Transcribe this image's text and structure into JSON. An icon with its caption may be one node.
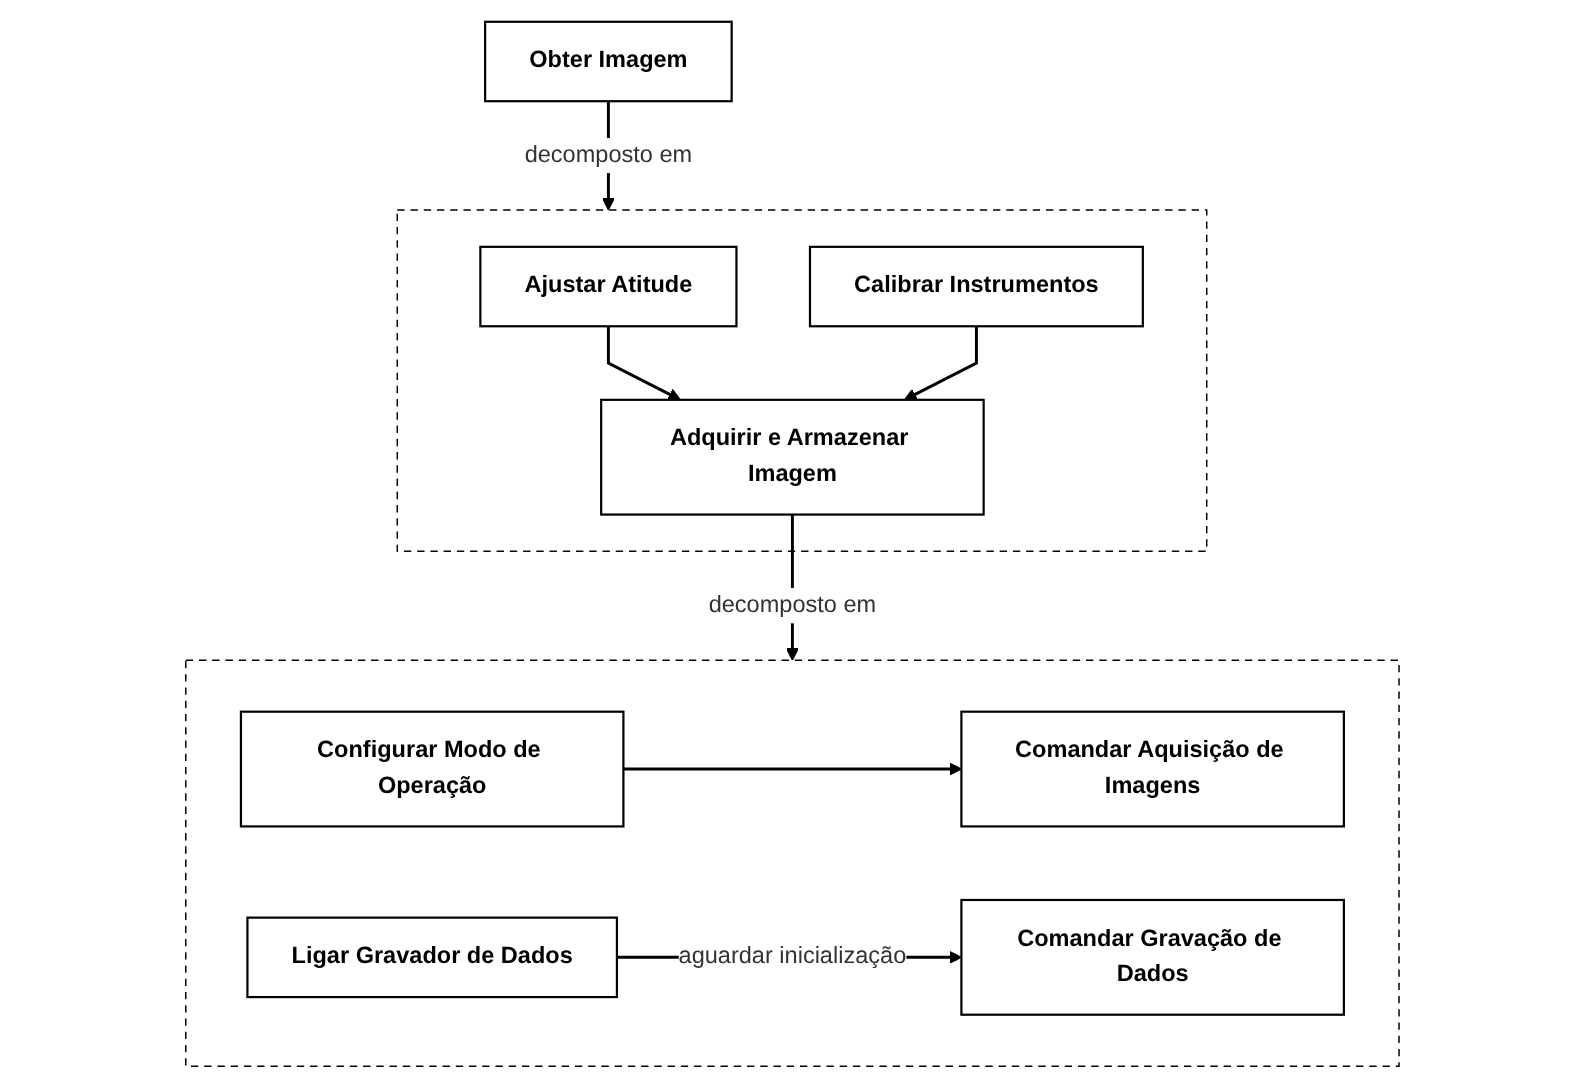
{
  "diagram": {
    "nodes": [
      {
        "text": [
          "Obter Imagem"
        ]
      },
      {
        "text": [],
        "shape": "box"
      },
      {
        "text": [
          "Ajustar Atitude"
        ],
        "in": 1
      },
      {
        "text": [
          "Calibrar Instrumentos"
        ],
        "in": 1
      },
      {
        "text": [
          "Adquirir e Armazenar Imagem"
        ],
        "in": 1
      },
      {
        "text": [],
        "shape": "box"
      },
      {
        "text": [
          "Configurar Modo de Operação"
        ],
        "in": 5
      },
      {
        "text": [
          "Comandar Aquisição de Imagens"
        ],
        "in": 5
      },
      {
        "text": [
          "Ligar Gravador de Dados"
        ],
        "in": 5
      },
      {
        "text": [
          "Comandar Gravação de Dados"
        ],
        "in": 5
      }
    ],
    "edges": [
      {
        "from": 0,
        "to": 1,
        "arrow": "to",
        "label": "decomposto em"
      },
      {
        "from": 2,
        "to": 4,
        "arrow": "to"
      },
      {
        "from": 3,
        "to": 4,
        "arrow": "to"
      },
      {
        "from": 4,
        "to": 5,
        "arrow": "to",
        "label": "decomposto em"
      },
      {
        "from": 6,
        "to": 7,
        "arrow": "to"
      },
      {
        "from": 8,
        "to": 9,
        "arrow": "to",
        "label": "aguardar inicialização"
      }
    ]
  }
}
